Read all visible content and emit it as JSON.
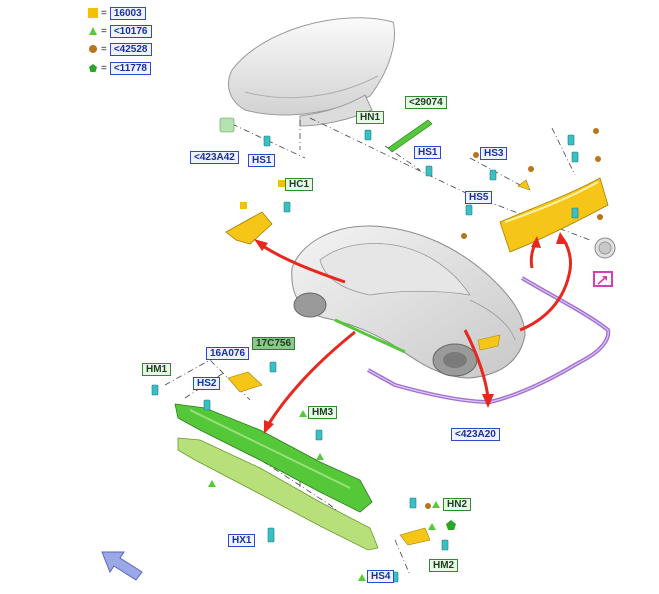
{
  "legend": [
    {
      "symbol": "square",
      "color": "#f2c200",
      "code": "16003"
    },
    {
      "symbol": "triangle",
      "color": "#55cc33",
      "code": "<10176"
    },
    {
      "symbol": "circle",
      "color": "#b8751a",
      "code": "<42528"
    },
    {
      "symbol": "pentagon",
      "color": "#2aa52a",
      "code": "<11778"
    }
  ],
  "callouts": {
    "c29074": "<29074",
    "hn1": "HN1",
    "a423a42": "<423A42",
    "hs1_left": "HS1",
    "hs1_right": "HS1",
    "hs3": "HS3",
    "hc1": "HC1",
    "hs5": "HS5",
    "a423a20": "<423A20",
    "hm1": "HM1",
    "a16a076": "16A076",
    "c17c756": "17C756",
    "hs2": "HS2",
    "hm3": "HM3",
    "hn2": "HN2",
    "hx1": "HX1",
    "hm2": "HM2",
    "hs4": "HS4"
  },
  "colors": {
    "yellow_part": "#f5c518",
    "green_part": "#55c83a",
    "lightgreen_part": "#b8e07a",
    "purple_part": "#a070d0",
    "red_arrow": "#e8271e",
    "pink_button": "#d43fb5"
  },
  "icons": {
    "view_button": "external-link-icon",
    "nav_arrow": "direction-arrow-icon"
  }
}
